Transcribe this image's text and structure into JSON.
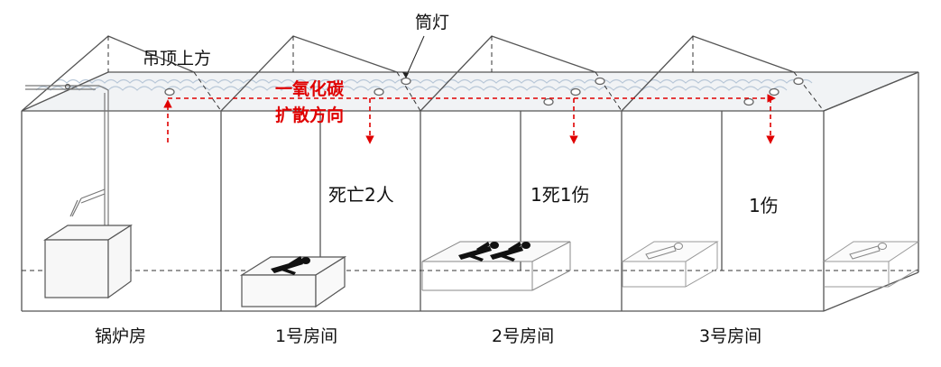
{
  "labels": {
    "lamp": "筒灯",
    "ceiling": "吊顶上方",
    "co_line1": "一氧化碳",
    "co_line2": "扩散方向",
    "casualty_room1": "死亡2人",
    "casualty_room2": "1死1伤",
    "casualty_room3": "1伤"
  },
  "rooms": [
    {
      "name": "锅炉房"
    },
    {
      "name": "1号房间"
    },
    {
      "name": "2号房间"
    },
    {
      "name": "3号房间"
    }
  ],
  "colors": {
    "line": "#555555",
    "dash": "#333333",
    "arrow": "#e00000",
    "cloud": "#b9c8d8",
    "ceiling_fill": "#f1f3f5"
  }
}
